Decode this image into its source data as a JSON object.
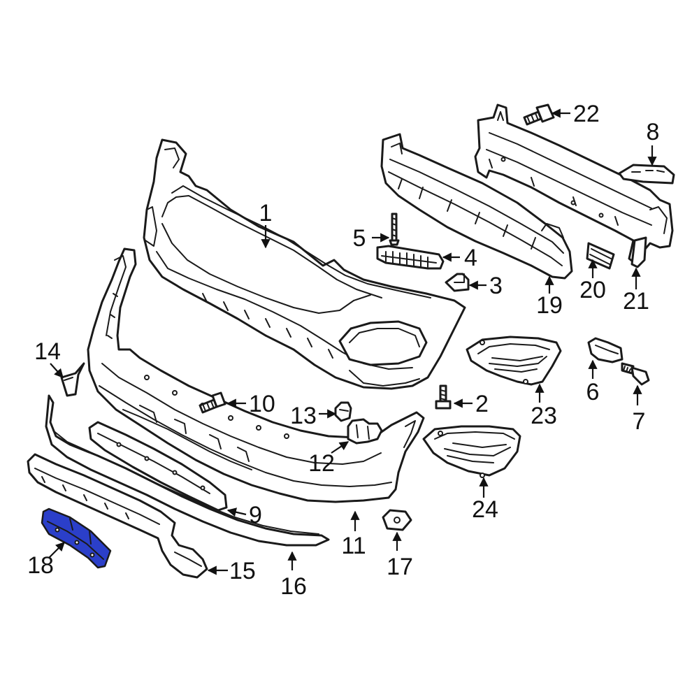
{
  "diagram": {
    "highlight_color": "#2b3fc9",
    "line_color": "#1a1a1a",
    "highlighted_part": "18",
    "callouts": [
      {
        "id": "c1",
        "label": "1"
      },
      {
        "id": "c2",
        "label": "2"
      },
      {
        "id": "c3",
        "label": "3"
      },
      {
        "id": "c4",
        "label": "4"
      },
      {
        "id": "c5",
        "label": "5"
      },
      {
        "id": "c6",
        "label": "6"
      },
      {
        "id": "c7",
        "label": "7"
      },
      {
        "id": "c8",
        "label": "8"
      },
      {
        "id": "c9",
        "label": "9"
      },
      {
        "id": "c10",
        "label": "10"
      },
      {
        "id": "c11",
        "label": "11"
      },
      {
        "id": "c12",
        "label": "12"
      },
      {
        "id": "c13",
        "label": "13"
      },
      {
        "id": "c14",
        "label": "14"
      },
      {
        "id": "c15",
        "label": "15"
      },
      {
        "id": "c16",
        "label": "16"
      },
      {
        "id": "c17",
        "label": "17"
      },
      {
        "id": "c18",
        "label": "18"
      },
      {
        "id": "c19",
        "label": "19"
      },
      {
        "id": "c20",
        "label": "20"
      },
      {
        "id": "c21",
        "label": "21"
      },
      {
        "id": "c22",
        "label": "22"
      },
      {
        "id": "c23",
        "label": "23"
      },
      {
        "id": "c24",
        "label": "24"
      }
    ]
  }
}
